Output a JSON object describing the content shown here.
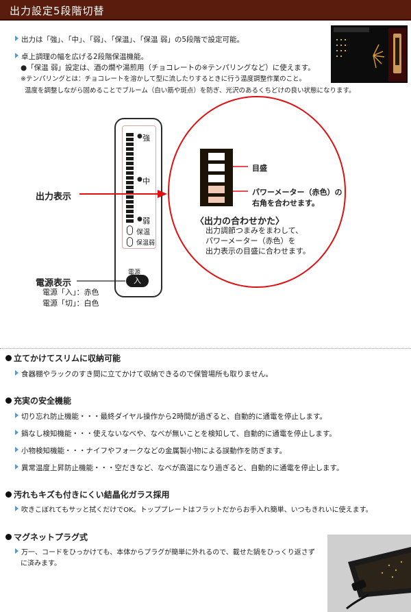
{
  "header": {
    "title": "出力設定5段階切替"
  },
  "intro": {
    "line1": "出力は「強」、「中」、「弱」、「保温」、「保温 弱」の5段階で設定可能。",
    "line2": "卓上調理の幅を広げる2段階保温機能。",
    "line3": "●「保温 弱」設定は、酒の燗や湯煎用（チョコレートの※テンパリングなど）に使えます。",
    "note1": "※テンパリングとは：チョコレートを溶かして型に流したりするときに行う温度調整作業のこと。",
    "note2": "温度を調整しながら固めることでブルーム（白い筋や斑点）を防ぎ、光沢のあるくちどけの良い状態になります。"
  },
  "panel": {
    "levels": [
      "強",
      "中",
      "弱",
      "保温",
      "保温弱"
    ],
    "power_label": "電源",
    "power_button": "入"
  },
  "callouts": {
    "output_display": "出力表示",
    "power_display": "電源表示",
    "power_on": "電源「入」：赤色",
    "power_off": "電源「切」：白色"
  },
  "zoom": {
    "scale_label": "目盛",
    "meter_label_1": "パワーメーター（赤色）の",
    "meter_label_2": "右角を合わせます。",
    "heading": "〈出力の合わせかた〉",
    "desc1": "出力調節つまみをまわして、",
    "desc2": "パワーメーター（赤色）を",
    "desc3": "出力表示の目盛に合わせます。"
  },
  "sections": [
    {
      "title": "立てかけてスリムに収納可能",
      "items": [
        "食器棚やラックのすき間に立てかけて収納できるので保管場所も取りません。"
      ]
    },
    {
      "title": "充実の安全機能",
      "items": [
        "切り忘れ防止機能・・・最終ダイヤル操作から2時間が過ぎると、自動的に通電を停止します。",
        "鍋なし検知機能・・・使えないなべや、なべが無いことを検知して、自動的に通電を停止します。",
        "小物検知機能・・・ナイフやフォークなどの金属製小物による誤動作を防ぎます。",
        "異常温度上昇防止機能・・・空だきなど、なべが高温になり過ぎると、自動的に通電を停止します。"
      ]
    },
    {
      "title": "汚れもキズも付きにくい結晶化ガラス採用",
      "items": [
        "吹きこぼれてもサッと拭くだけでOK。トッププレートはフラットだからお手入れ簡単、いつもきれいに使えます。"
      ]
    },
    {
      "title": "マグネットプラグ式",
      "items": [
        "万一、コードをひっかけても、本体からプラグが簡単に外れるので、載せた鍋をひっくり返さず",
        "に済みます。"
      ]
    }
  ]
}
